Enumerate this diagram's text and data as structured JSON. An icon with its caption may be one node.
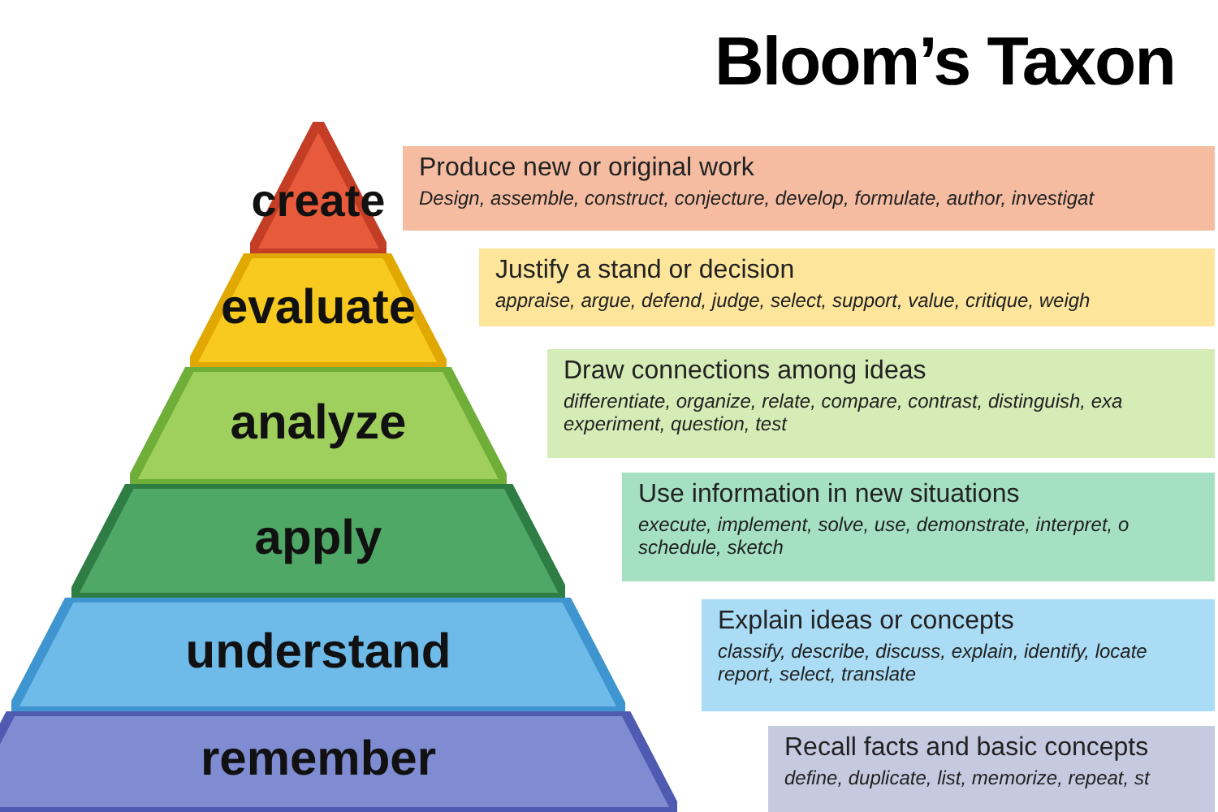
{
  "diagram": {
    "title": "Bloom’s Taxon",
    "nodes": [
      {
        "text": [
          "create"
        ]
      },
      {
        "text": [
          "evaluate"
        ]
      },
      {
        "text": [
          "analyze"
        ]
      },
      {
        "text": [
          "apply"
        ]
      },
      {
        "text": [
          "understand"
        ]
      },
      {
        "text": [
          "remember"
        ]
      },
      {
        "text": [
          "Produce new or original work",
          "Design, assemble, construct, conjecture, develop, formulate, author, investigat"
        ]
      },
      {
        "text": [
          "Justify a stand or decision",
          "appraise, argue, defend, judge, select, support, value, critique, weigh"
        ]
      },
      {
        "text": [
          "Draw connections among ideas",
          "differentiate, organize, relate, compare, contrast, distinguish, exa experiment, question, test"
        ]
      },
      {
        "text": [
          "Use information in new situations",
          "execute, implement, solve, use, demonstrate, interpret, o schedule, sketch"
        ]
      },
      {
        "text": [
          "Explain ideas or concepts",
          "classify, describe, discuss, explain, identify, locate report, select, translate"
        ]
      },
      {
        "text": [
          "Recall facts and basic concepts",
          "define, duplicate, list, memorize, repeat, st"
        ]
      }
    ],
    "edges": []
  }
}
